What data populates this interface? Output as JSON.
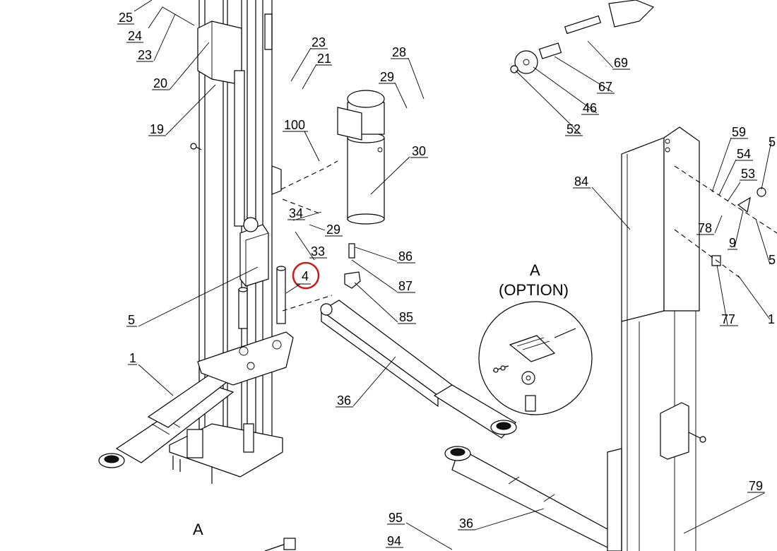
{
  "parts": {
    "p25": "25",
    "p24": "24",
    "p23a": "23",
    "p20": "20",
    "p19": "19",
    "p23b": "23",
    "p21": "21",
    "p28": "28",
    "p29a": "29",
    "p30": "30",
    "p100": "100",
    "p34": "34",
    "p29b": "29",
    "p33": "33",
    "p86": "86",
    "p87": "87",
    "p85": "85",
    "p4": "4",
    "p5": "5",
    "p1a": "1",
    "p36a": "36",
    "p36b": "36",
    "p69": "69",
    "p67": "67",
    "p46": "46",
    "p52": "52",
    "p59": "59",
    "p54": "54",
    "p53": "53",
    "p5r1": "5",
    "p5r2": "5",
    "p84": "84",
    "p78": "78",
    "p9": "9",
    "p77": "77",
    "p1b": "1",
    "p79": "79",
    "p95": "95",
    "p94": "94"
  },
  "detail": {
    "title": "A",
    "subtitle": "(OPTION)",
    "bottom_ref": "A"
  },
  "highlight": {
    "part": "4",
    "color": "#d01818"
  }
}
